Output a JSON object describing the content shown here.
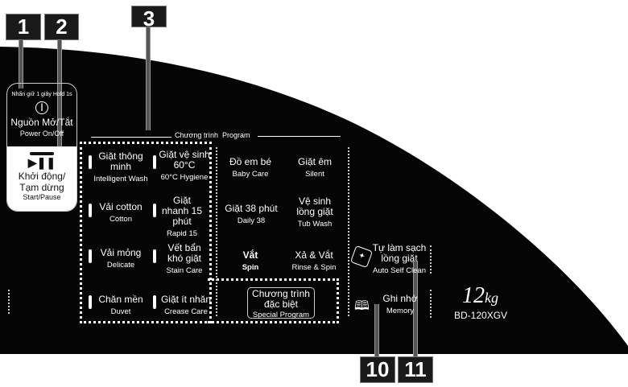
{
  "callouts": [
    "1",
    "2",
    "3",
    "10",
    "11"
  ],
  "power": {
    "hint": "Nhấn giữ 1 giây Hold 1s",
    "vi": "Nguồn Mở/Tắt",
    "en": "Power On/Off",
    "icon": "power-icon"
  },
  "start": {
    "vi1": "Khởi động/",
    "vi2": "Tạm dừng",
    "en": "Start/Pause",
    "icon": "play-pause-icon"
  },
  "program_header": "Chương trình  Program",
  "programs_left": [
    {
      "vi": "Giặt thông minh",
      "en": "Intelligent Wash"
    },
    {
      "vi": "Giặt vệ sinh 60°C",
      "en": "60°C Hygiene"
    },
    {
      "vi": "Vải cotton",
      "en": "Cotton"
    },
    {
      "vi": "Giặt nhanh 15 phút",
      "en": "Rapid 15"
    },
    {
      "vi": "Vải mỏng",
      "en": "Delicate"
    },
    {
      "vi": "Vết bẩn khó giặt",
      "en": "Stain Care"
    },
    {
      "vi": "Chăn mền",
      "en": "Duvet"
    },
    {
      "vi": "Giặt ít nhăn",
      "en": "Crease Care"
    }
  ],
  "programs_right": [
    {
      "vi": "Đồ em bé",
      "en": "Baby Care"
    },
    {
      "vi": "Giặt êm",
      "en": "Silent"
    },
    {
      "vi": "Giặt 38 phút",
      "en": "Daily 38"
    },
    {
      "vi": "Vệ sinh lồng giặt",
      "en": "Tub Wash"
    },
    {
      "vi": "Vắt",
      "en": "Spin"
    },
    {
      "vi": "Xả & Vắt",
      "en": "Rinse & Spin"
    }
  ],
  "special": {
    "vi": "Chương trình đặc biệt",
    "en": "Special Program"
  },
  "self_clean": {
    "vi": "Tự làm sạch lồng giặt",
    "en": "Auto Self Clean",
    "icon": "self-clean-icon"
  },
  "memory": {
    "vi": "Ghi nhớ",
    "en": "Memory",
    "icon": "book-icon"
  },
  "capacity": {
    "value": "12",
    "unit": "kg",
    "model": "BD-120XGV"
  }
}
